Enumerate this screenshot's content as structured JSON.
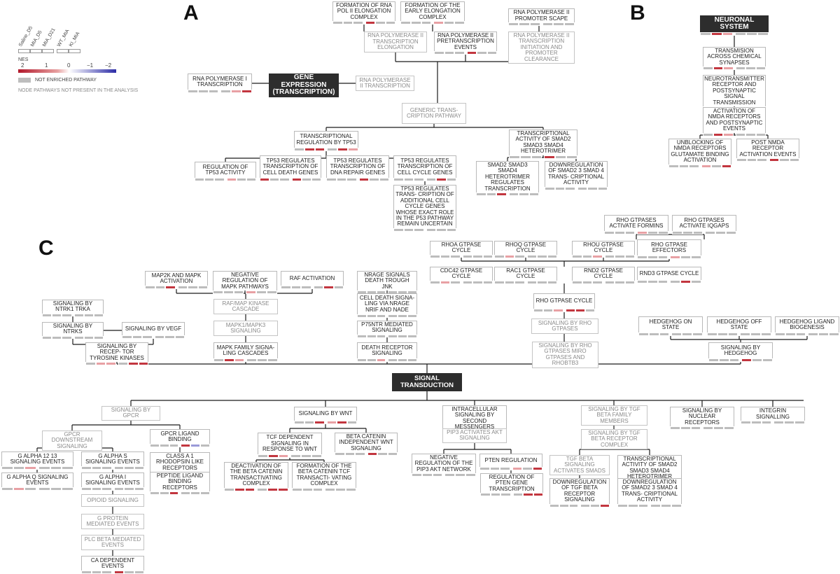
{
  "panels": {
    "a": "A",
    "b": "B",
    "c": "C"
  },
  "legend": {
    "samples": [
      "Saline_D5",
      "MIA_D5",
      "MIA_D21",
      "WT_MIA",
      "KI_MIA"
    ],
    "nes_label": "NES",
    "ticks": [
      "2",
      "1",
      "0",
      "−1",
      "−2"
    ],
    "not_enriched": "NOT ENRICHED PATHWAY",
    "not_present": "NODE PATHWAYS NOT PRESENT IN THE ANALYSIS"
  },
  "nodes": [
    {
      "id": "form_rna_pol2",
      "text": "FORMATION OF RNA POL II ELONGATION COMPLEX",
      "kind": "std",
      "c": "gggrgg"
    },
    {
      "id": "form_early_elong",
      "text": "FORMATION OF THE EARLY ELONGATION COMPLEX",
      "kind": "std",
      "c": "ggglgg"
    },
    {
      "id": "rna_pol2_promoter",
      "text": "RNA POLYMERASE II PROMOTER SCAPE",
      "kind": "std",
      "c": "gggggg"
    },
    {
      "id": "rna_pol2_elong",
      "text": "RNA POLYMERASE II TRANSCRIPTION ELONGATION",
      "kind": "ne"
    },
    {
      "id": "rna_pol2_pretrans",
      "text": "RNA POLYMERASE II PRETRANSCRIPTION EVENTS",
      "kind": "std",
      "c": "gggrgg"
    },
    {
      "id": "rna_pol2_init",
      "text": "RNA POLYMERASE II TRANSCRIPTION INITIATION AND PROMOTER CLEARANCE",
      "kind": "ne"
    },
    {
      "id": "rna_pol1",
      "text": "RNA POLYMERASE I TRANSCRIPTION",
      "kind": "std",
      "c": "gggglr"
    },
    {
      "id": "gene_expr",
      "text": "GENE EXPRESSION (TRANSCRIPTION)",
      "kind": "dark"
    },
    {
      "id": "rna_pol2_trans",
      "text": "RNA POLYMERASE II TRANSCRIPTION",
      "kind": "ne"
    },
    {
      "id": "generic_trans",
      "text": "GENERIC TRANS- CRIPTION PATHWAY",
      "kind": "ne"
    },
    {
      "id": "trans_reg_tp53",
      "text": "TRANSCRIPTIONAL REGULATION BY TP53",
      "kind": "std",
      "c": "grrgrl"
    },
    {
      "id": "trans_smad",
      "text": "TRANSCRIPTIONAL ACTIVITY OF SMAD2 SMAD3 SMAD4 HETEROTRIMER",
      "kind": "std",
      "c": "gggrgg"
    },
    {
      "id": "reg_tp53",
      "text": "REGULATION OF TP53 ACTIVITY",
      "kind": "std",
      "c": "ggglgg"
    },
    {
      "id": "tp53_death",
      "text": "TP53 REGULATES TRANSCRIPTION OF CELL DEATH GENES",
      "kind": "std",
      "c": "rggrgg"
    },
    {
      "id": "tp53_dna",
      "text": "TP53 REGULATES TRANSCRIPTION OF DNA REPAIR GENES",
      "kind": "std",
      "c": "gggrgg"
    },
    {
      "id": "tp53_cycle",
      "text": "TP53 REGULATES TRANSCRIPTION OF CELL CYCLE GENES",
      "kind": "std",
      "c": "ggggrg"
    },
    {
      "id": "tp53_unc",
      "text": "TP53 REGULATES TRANS- CRIPTION OF ADDITIONAL CELL CYCLE GENES WHOSE EXACT ROLE IN THE P53 PATHWAY REMAIN UNCERTAIN",
      "kind": "std",
      "c": "gggggg"
    },
    {
      "id": "smad_hetero",
      "text": "SMAD2 SMAD3 SMAD4 HETEROTRIMER REGULATES TRANSCRIPTION",
      "kind": "std",
      "c": "ggrggg"
    },
    {
      "id": "down_smad",
      "text": "DOWNREGULATION OF SMAD2 3 SMAD 4 TRANS- CRIPTIONAL ACTIVITY",
      "kind": "std",
      "c": "gggggg"
    },
    {
      "id": "neuronal",
      "text": "NEURONAL SYSTEM",
      "kind": "dark",
      "c": "grlggg"
    },
    {
      "id": "transmision",
      "text": "TRANSMISION ACROSS CHEMICAL SYNAPSES",
      "kind": "std",
      "c": "grlggg"
    },
    {
      "id": "neurotrans",
      "text": "NEUROTRANSMITTER RECEPTOR AND POSTSYNAPTIC SIGNAL TRANSMISSION",
      "kind": "std",
      "c": "grlggg"
    },
    {
      "id": "nmda_act",
      "text": "ACTIVATION OF NMDA RECEPTORS AND POSTSYNAPTIC EVENTS",
      "kind": "std",
      "c": "grlggg"
    },
    {
      "id": "unblock",
      "text": "UNBLOCKING OF NMDA RECEPTORS GLUTAMATE BINDING ACTIVATION",
      "kind": "std",
      "c": "ggglgr"
    },
    {
      "id": "post_nmda",
      "text": "POST NMDA RECEPTOR ACTIVATION EVENTS",
      "kind": "std",
      "c": "gggrgg"
    },
    {
      "id": "signal",
      "text": "SIGNAL TRANSDUCTION",
      "kind": "dark"
    },
    {
      "id": "rho_formins",
      "text": "RHO GTPASES ACTIVATE FORMINS",
      "kind": "std",
      "c": "ggglgg"
    },
    {
      "id": "rho_iqgaps",
      "text": "RHO GTPASES ACTIVATE IQGAPS",
      "kind": "std",
      "c": "gggggg"
    },
    {
      "id": "rhoa",
      "text": "RHOA GTPASE CYCLE",
      "kind": "std",
      "c": "gggggg"
    },
    {
      "id": "rhoq",
      "text": "RHOQ GTPASE CYCLE",
      "kind": "std",
      "c": "glgggg"
    },
    {
      "id": "rhou",
      "text": "RHOU GTPASE CYCLE",
      "kind": "std",
      "c": "gglggg"
    },
    {
      "id": "rho_eff",
      "text": "RHO GTPASE EFFECTORS",
      "kind": "std",
      "c": "ggglgg"
    },
    {
      "id": "map2k",
      "text": "MAP2K AND MAPK ACTIVATION",
      "kind": "std",
      "c": "ggrggg"
    },
    {
      "id": "neg_mapk",
      "text": "NEGATIVE REGULATION OF MAPK PATHWAYS",
      "kind": "std",
      "c": "ggglgg"
    },
    {
      "id": "raf_act",
      "text": "RAF ACTIVATION",
      "kind": "std",
      "c": "ggggrg"
    },
    {
      "id": "nrage",
      "text": "NRAGE SIGNALS DEATH TROUGH JNK",
      "kind": "std",
      "c": "gggggg"
    },
    {
      "id": "cdc42",
      "text": "CDC42 GTPASE CYCLE",
      "kind": "std",
      "c": "glgggg"
    },
    {
      "id": "rac1",
      "text": "RAC1 GTPASE CYCLE",
      "kind": "std",
      "c": "gggggg"
    },
    {
      "id": "rnd2",
      "text": "RND2 GTPASE CYCLE",
      "kind": "std",
      "c": "gggggg"
    },
    {
      "id": "rnd3",
      "text": "RND3 GTPASE CYCLE",
      "kind": "std",
      "c": "ggggrg"
    },
    {
      "id": "ntrk1",
      "text": "SIGNALING BY NTRK1 TRKA",
      "kind": "std",
      "c": "gggggg"
    },
    {
      "id": "raf_map",
      "text": "RAF/MAP KINASE CASCADE",
      "kind": "ne"
    },
    {
      "id": "cell_death",
      "text": "CELL DEATH SIGNA- LING VIA NRAGE NRIF AND NADE",
      "kind": "std",
      "c": "gggggg"
    },
    {
      "id": "rho_cycle",
      "text": "RHO GTPASE CYCLE",
      "kind": "std",
      "c": "gglrrg"
    },
    {
      "id": "ntrks",
      "text": "SIGNALING BY NTRKS",
      "kind": "std",
      "c": "gggggg"
    },
    {
      "id": "vegf",
      "text": "SIGNALING BY VEGF",
      "kind": "std",
      "c": "gggggg"
    },
    {
      "id": "mapk13",
      "text": "MAPK1/MAPK3 SIGNALING",
      "kind": "ne"
    },
    {
      "id": "p75",
      "text": "P75NTR MEDIATED SIGNALING",
      "kind": "std",
      "c": "gggggg"
    },
    {
      "id": "sig_rho",
      "text": "SIGNALING BY RHO GTPASES",
      "kind": "ne"
    },
    {
      "id": "hh_on",
      "text": "HEDGEHOG ON STATE",
      "kind": "std",
      "c": "gggggg"
    },
    {
      "id": "hh_off",
      "text": "HEDGEHOG OFF STATE",
      "kind": "std",
      "c": "gggggg"
    },
    {
      "id": "hh_lig",
      "text": "HEDGEHOG LIGAND BIOGENESIS",
      "kind": "std",
      "c": "gggggg"
    },
    {
      "id": "rtk",
      "text": "SIGNALING BY RECEP- TOR TYROSINE KINASES",
      "kind": "std",
      "c": "gllgrr"
    },
    {
      "id": "mapk_fam",
      "text": "MAPK FAMILY SIGNA- LING CASCADES",
      "kind": "std",
      "c": "grlggg"
    },
    {
      "id": "death_rec",
      "text": "DEATH RECEPTOR SIGNALING",
      "kind": "std",
      "c": "gglggg"
    },
    {
      "id": "rho_miro",
      "text": "SIGNALING BY RHO GTPASES MIRO GTPASES AND RHOBTB3",
      "kind": "ne"
    },
    {
      "id": "sig_hh",
      "text": "SIGNALING BY HEDGEHOG",
      "kind": "std",
      "c": "gggrgg"
    },
    {
      "id": "gpcr",
      "text": "SIGNALING BY GPCR",
      "kind": "ne"
    },
    {
      "id": "wnt",
      "text": "SIGNALING BY WNT",
      "kind": "std",
      "c": "ggrlrg"
    },
    {
      "id": "second_mess",
      "text": "INTRACELLULAR SIGNALING BY SECOND MESSENGERS",
      "kind": "std",
      "c": "gggggg"
    },
    {
      "id": "tgf_fam",
      "text": "SIGNALING BY TGF BETA FAMILY MEMBERS",
      "kind": "ne"
    },
    {
      "id": "nuclear",
      "text": "SIGNALING BY NUCLEAR RECEPTORS",
      "kind": "std",
      "c": "gggggg"
    },
    {
      "id": "integrin",
      "text": "INTEGRIN SIGNALLING",
      "kind": "std",
      "c": "gggggg"
    },
    {
      "id": "gpcr_down",
      "text": "GPCR DOWNSTREAM SIGNALING",
      "kind": "ne"
    },
    {
      "id": "gpcr_lig",
      "text": "GPCR LIGAND BINDING",
      "kind": "std",
      "c": "gggrbg"
    },
    {
      "id": "tcf",
      "text": "TCF DEPENDENT SIGNALING IN RESPONSE TO WNT",
      "kind": "std",
      "c": "grlggg"
    },
    {
      "id": "beta_cat",
      "text": "BETA CATENIN INDEPENDENT WNT SIGNALING",
      "kind": "std",
      "c": "gggrgg"
    },
    {
      "id": "pip3",
      "text": "PIP3 ACTIVATES AKT SIGNALING",
      "kind": "ne"
    },
    {
      "id": "tgf_rec",
      "text": "SIGNALING BY TGF BETA RECEPTOR COMPLEX",
      "kind": "ne"
    },
    {
      "id": "ga12",
      "text": "G ALPHA 12 13 SIGNALING EVENTS",
      "kind": "std",
      "c": "gglggg"
    },
    {
      "id": "gas",
      "text": "G ALPHA S SIGNALING EVENTS",
      "kind": "std",
      "c": "gggggg"
    },
    {
      "id": "class_a1",
      "text": "CLASS A 1 RHODOPSIN LIKE RECEPTORS",
      "kind": "std",
      "c": "gggggg"
    },
    {
      "id": "neg_pip3",
      "text": "NEGATIVE REGULATION OF THE PIP3 AKT NETWORK",
      "kind": "std",
      "c": "gggggg"
    },
    {
      "id": "pten",
      "text": "PTEN REGULATION",
      "kind": "std",
      "c": "ggglgr"
    },
    {
      "id": "tgf_smads",
      "text": "TGF BETA SIGNALING ACTIVATES SMADS",
      "kind": "ne"
    },
    {
      "id": "trans_smad2",
      "text": "TRANSCRIPTIONAL ACTIVITY OF SMAD2 SMAD3 SMAD4 HETEROTRIMER",
      "kind": "std",
      "c": "gggrgg"
    },
    {
      "id": "deact_beta",
      "text": "DEACTIVATION OF THE BETA CATENIN TRANSACTIVATING COMPLEX",
      "kind": "std",
      "c": "grrgrr"
    },
    {
      "id": "form_beta",
      "text": "FORMATION OF THE BETA CATENIN TCF TRANSACTI- VATING COMPLEX",
      "kind": "std",
      "c": "gggggg"
    },
    {
      "id": "gaq",
      "text": "G ALPHA Q SIGNALING EVENTS",
      "kind": "std",
      "c": "glgggg"
    },
    {
      "id": "gai",
      "text": "G ALPHA I SIGNALING EVENTS",
      "kind": "std",
      "c": "gggggg"
    },
    {
      "id": "peptide",
      "text": "PEPTIDE LIGAND BINDING RECEPTORS",
      "kind": "std",
      "c": "ggrggg"
    },
    {
      "id": "pten_reg",
      "text": "REGULATION OF PTEN GENE TRANSCRIPTION",
      "kind": "std",
      "c": "ggggrr"
    },
    {
      "id": "down_tgf",
      "text": "DOWNREGULATION OF TGF BETA RECEPTOR SIGNALING",
      "kind": "std",
      "c": "gggggr"
    },
    {
      "id": "down_smad2",
      "text": "DOWNREGULATION OF SMAD2 3 SMAD 4 TRANS- CRIPTIONAL ACTIVITY",
      "kind": "std",
      "c": "gggggg"
    },
    {
      "id": "opioid",
      "text": "OPIOID SIGNALING",
      "kind": "ne"
    },
    {
      "id": "gprot",
      "text": "G PROTEIN MEDIATED EVENTS",
      "kind": "ne"
    },
    {
      "id": "plc",
      "text": "PLC BETA MEDIATED EVENTS",
      "kind": "ne"
    },
    {
      "id": "ca_dep",
      "text": "CA DEPENDENT EVENTS",
      "kind": "std",
      "c": "gggrgg"
    }
  ],
  "colors": {
    "g": "#bdbdbd",
    "l": "#e8a0a4",
    "r": "#c2363f",
    "b": "#9a9ad8",
    "line": "#1a1a1a"
  }
}
